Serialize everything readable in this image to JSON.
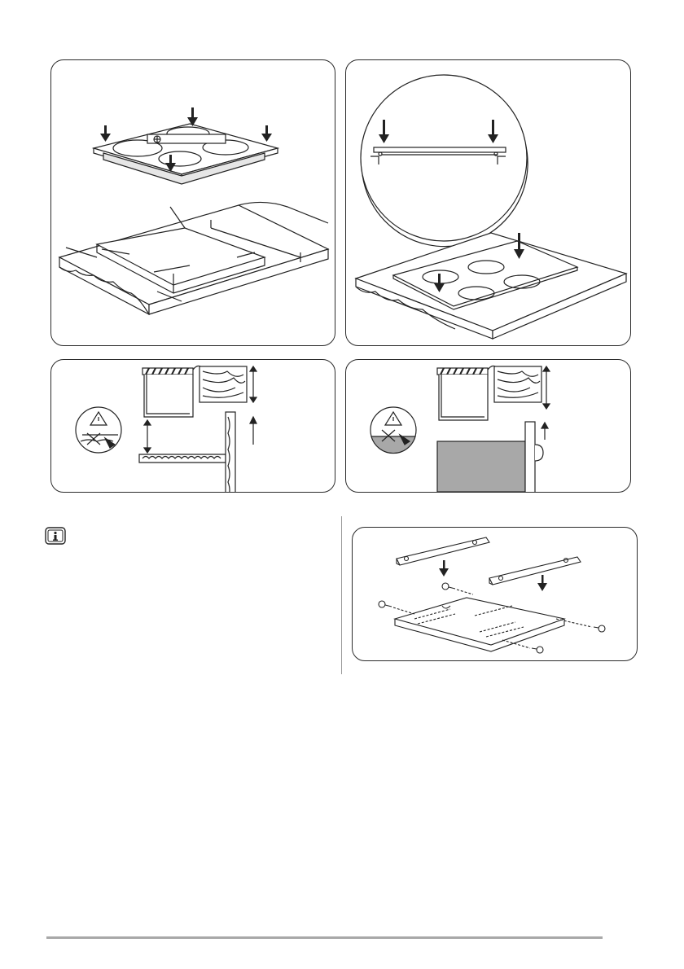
{
  "page": {
    "figures": [
      {
        "id": "hob-into-cutout"
      },
      {
        "id": "hob-seal-detail"
      },
      {
        "id": "clearance-wooden-shelf"
      },
      {
        "id": "clearance-oven-below"
      },
      {
        "id": "mounting-brackets-assembly"
      }
    ],
    "info_note": {
      "icon": "info-icon"
    }
  }
}
